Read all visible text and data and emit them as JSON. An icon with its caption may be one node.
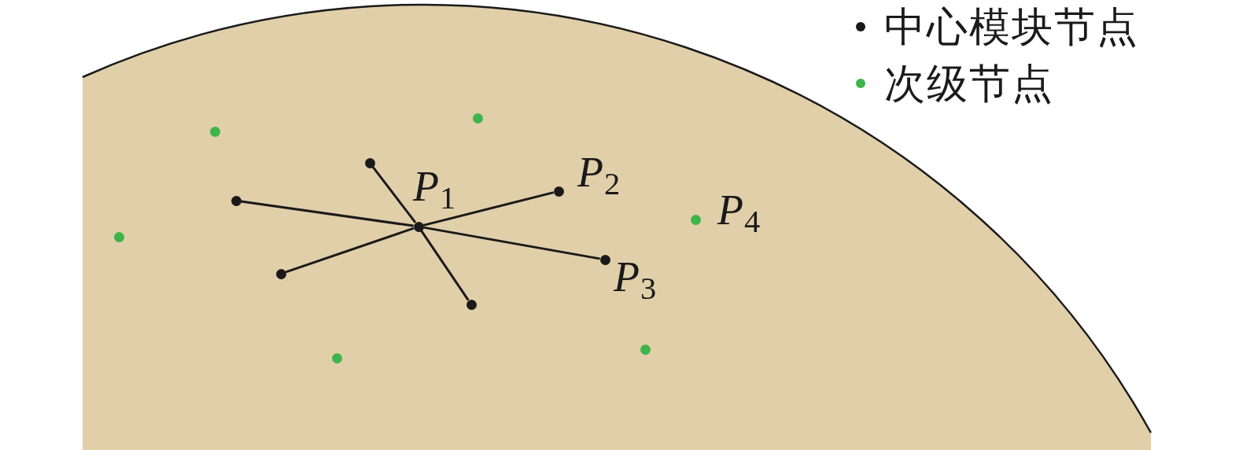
{
  "diagram": {
    "nodes": [
      {
        "text": [],
        "shape": "circle"
      },
      {
        "text": [],
        "shape": "circle"
      },
      {
        "text": [],
        "shape": "circle"
      },
      {
        "text": [],
        "shape": "circle",
        "beside": [
          "*P*$_{2}$"
        ]
      },
      {
        "text": [],
        "shape": "circle"
      },
      {
        "text": [],
        "shape": "circle",
        "beside": [
          "*P*$_{4}$"
        ]
      },
      {
        "text": [],
        "shape": "circle",
        "beside": [
          "*P*$_{1}$"
        ]
      },
      {
        "text": [],
        "shape": "circle"
      },
      {
        "text": [],
        "shape": "circle",
        "beside": [
          "*P*$_{3}$"
        ]
      },
      {
        "text": [],
        "shape": "circle"
      },
      {
        "text": [],
        "shape": "circle"
      },
      {
        "text": [],
        "shape": "circle"
      },
      {
        "text": [],
        "shape": "circle"
      }
    ],
    "edges": [
      {
        "from": 6,
        "to": 2,
        "arrow": "none"
      },
      {
        "from": 6,
        "to": 3,
        "arrow": "none"
      },
      {
        "from": 6,
        "to": 4,
        "arrow": "none"
      },
      {
        "from": 6,
        "to": 8,
        "arrow": "none"
      },
      {
        "from": 6,
        "to": 9,
        "arrow": "none"
      },
      {
        "from": 6,
        "to": 10,
        "arrow": "none"
      }
    ],
    "legend": [
      {
        "text": "中心模块节点",
        "color": "#1a1a1a"
      },
      {
        "text": "次级节点",
        "color": "#3db54a"
      }
    ]
  }
}
